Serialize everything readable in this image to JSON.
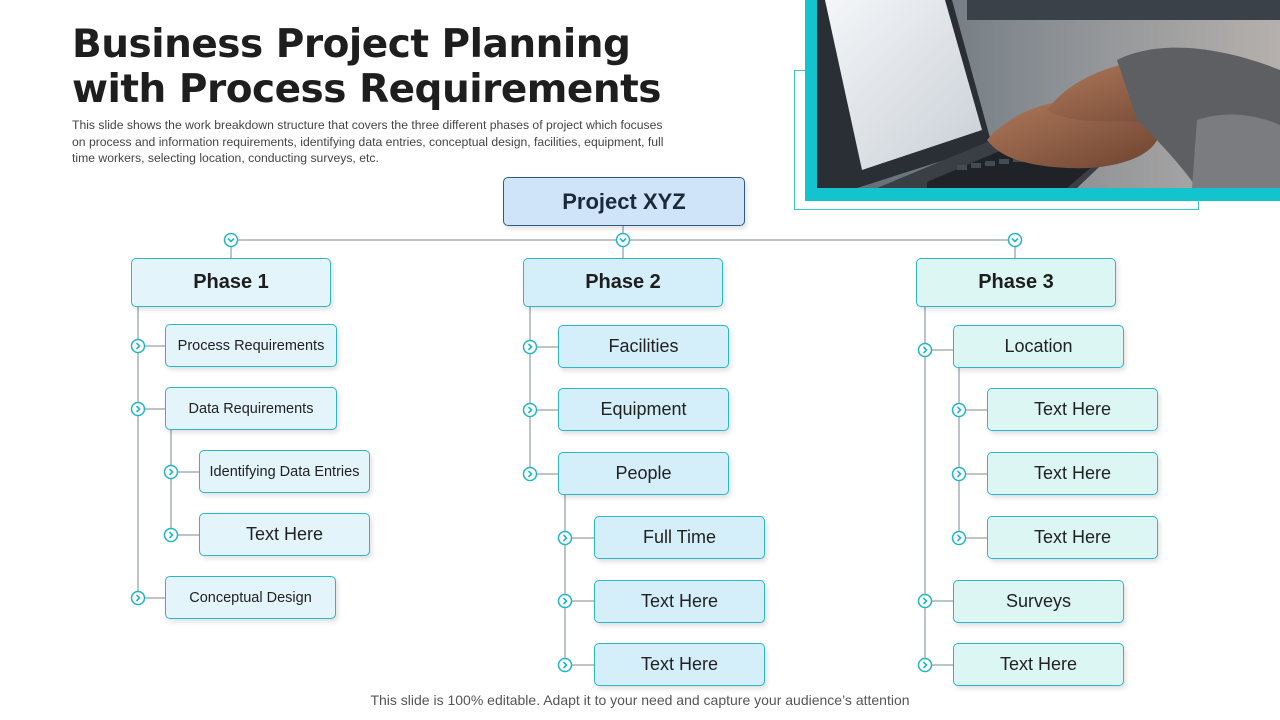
{
  "slide": {
    "title_line1": "Business Project Planning",
    "title_line2": "with Process Requirements",
    "description": "This slide shows the work breakdown structure that covers the three different phases of project which focuses on process and information requirements, identifying data entries, conceptual design, facilities, equipment, full time workers, selecting location, conducting surveys, etc.",
    "footer": "This slide is 100% editable. Adapt it to your need and capture your audience’s attention"
  },
  "diagram": {
    "root": "Project XYZ",
    "phase1": {
      "label": "Phase 1",
      "process_requirements": "Process Requirements",
      "data_requirements": "Data Requirements",
      "identifying_data_entries": "Identifying Data Entries",
      "text_here": "Text Here",
      "conceptual_design": "Conceptual Design"
    },
    "phase2": {
      "label": "Phase 2",
      "facilities": "Facilities",
      "equipment": "Equipment",
      "people": "People",
      "full_time": "Full Time",
      "text_here_1": "Text Here",
      "text_here_2": "Text Here"
    },
    "phase3": {
      "label": "Phase 3",
      "location": "Location",
      "text_here_1": "Text Here",
      "text_here_2": "Text Here",
      "text_here_3": "Text Here",
      "surveys": "Surveys",
      "text_here_4": "Text Here"
    }
  },
  "colors": {
    "accent": "#13c4cf",
    "root_fill": "#cfe3f9",
    "root_border": "#2f5a8a",
    "node_border": "#2bb7c8",
    "connector_dot": "#1fb5c8"
  }
}
